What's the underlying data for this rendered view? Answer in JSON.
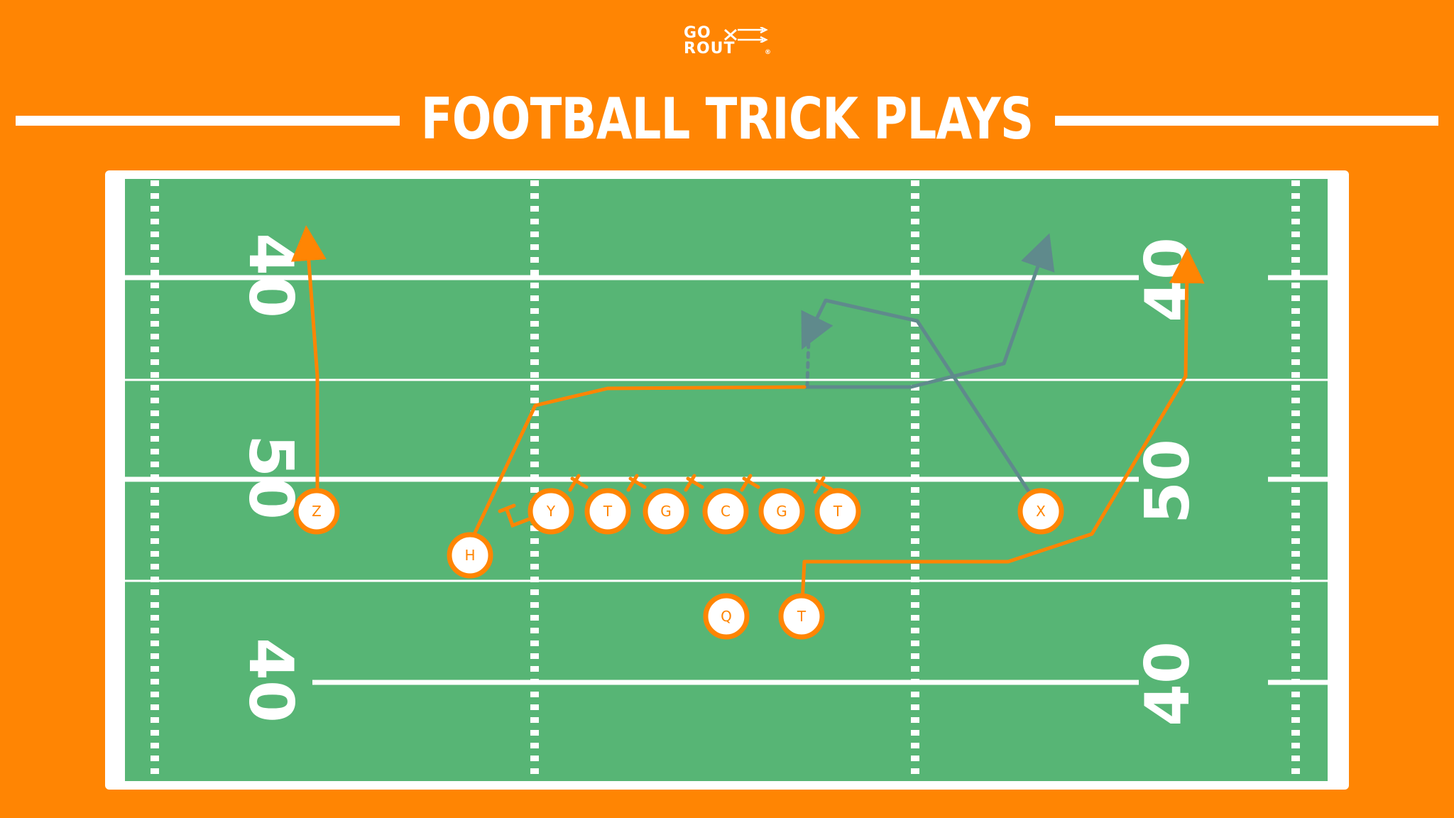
{
  "logo": {
    "line1": "GO",
    "line2": "ROUT",
    "mark": "®"
  },
  "title": "FOOTBALL TRICK PLAYS",
  "colors": {
    "background": "#ff8503",
    "field": "#57b575",
    "lines": "#ffffff",
    "offense_route": "#ff8503",
    "pass_route": "#5f8a8c"
  },
  "field": {
    "yard_numbers_left": [
      "40",
      "50",
      "40"
    ],
    "yard_numbers_right": [
      "40",
      "50",
      "40"
    ]
  },
  "players": [
    {
      "id": "Z",
      "label": "Z"
    },
    {
      "id": "H",
      "label": "H"
    },
    {
      "id": "Y",
      "label": "Y"
    },
    {
      "id": "LT",
      "label": "T"
    },
    {
      "id": "LG",
      "label": "G"
    },
    {
      "id": "C",
      "label": "C"
    },
    {
      "id": "RG",
      "label": "G"
    },
    {
      "id": "RT",
      "label": "T"
    },
    {
      "id": "X",
      "label": "X"
    },
    {
      "id": "Q",
      "label": "Q"
    },
    {
      "id": "TB",
      "label": "T"
    }
  ]
}
